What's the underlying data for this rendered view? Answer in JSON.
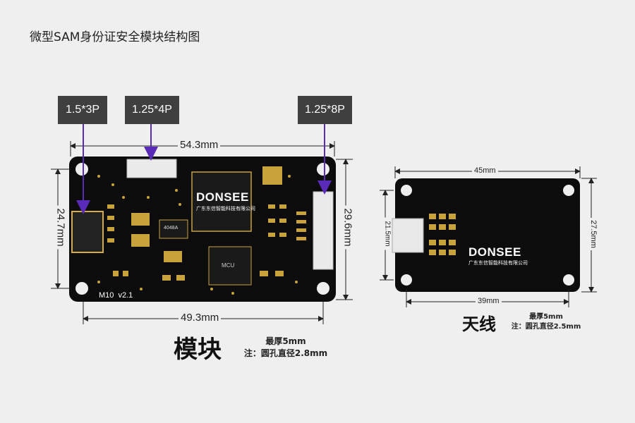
{
  "title": "微型SAM身份证安全模块结构图",
  "connectors": [
    "1.5*3P",
    "1.25*4P",
    "1.25*8P"
  ],
  "module": {
    "width_top": "54.3mm",
    "width_bottom": "49.3mm",
    "height_left": "24.7mm",
    "height_right": "29.6mm",
    "label": "模块",
    "thickness": "最厚5mm",
    "hole_note": "注：圆孔直径2.8mm",
    "silkscreen": "M10  v2.1",
    "chip_label": "MCU",
    "small_chip": "4048A"
  },
  "antenna": {
    "width_top": "45mm",
    "width_bottom": "39mm",
    "height_left": "21.5mm",
    "height_right": "27.5mm",
    "label": "天线",
    "thickness": "最厚5mm",
    "hole_note": "注：圆孔直径2.5mm"
  },
  "brand": {
    "logo": "DONSEE",
    "company": "广东东信智能科技有限公司"
  }
}
